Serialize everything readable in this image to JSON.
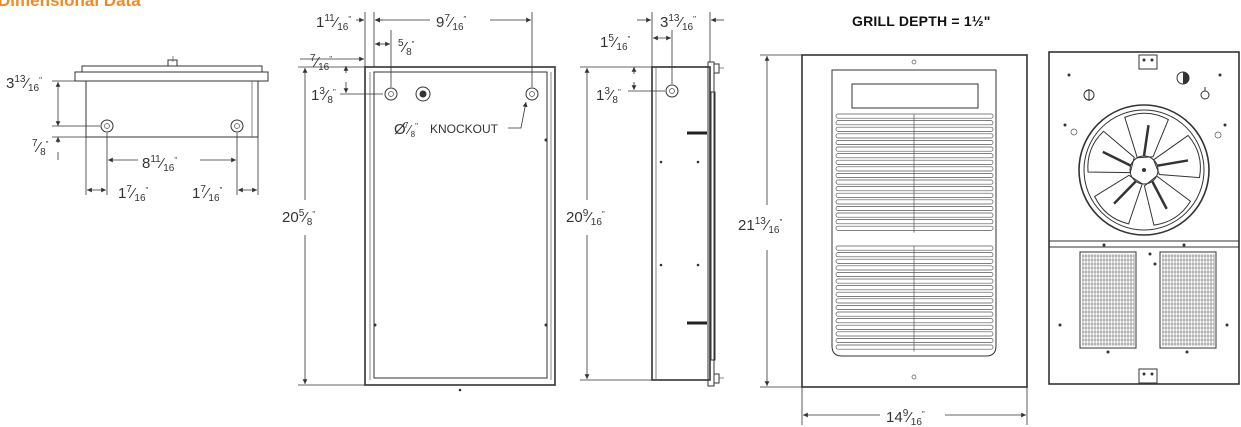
{
  "title": "Dimensional Data",
  "grill_depth": "GRILL DEPTH = 1½\"",
  "knockout_label": "KNOCKOUT",
  "knockout_symbol": "Ø",
  "dims": {
    "top_height": {
      "w": "3",
      "n": "13",
      "d": "16"
    },
    "top_small": {
      "w": "",
      "n": "7",
      "d": "8"
    },
    "top_span": {
      "w": "8",
      "n": "11",
      "d": "16"
    },
    "top_left_off": {
      "w": "1",
      "n": "7",
      "d": "16"
    },
    "top_right_off": {
      "w": "1",
      "n": "7",
      "d": "16"
    },
    "front_a": {
      "w": "1",
      "n": "11",
      "d": "16"
    },
    "front_b": {
      "w": "9",
      "n": "7",
      "d": "16"
    },
    "front_c": {
      "w": "",
      "n": "7",
      "d": "16"
    },
    "front_d": {
      "w": "",
      "n": "5",
      "d": "8"
    },
    "front_e": {
      "w": "1",
      "n": "3",
      "d": "8"
    },
    "front_h": {
      "w": "20",
      "n": "5",
      "d": "8"
    },
    "knock": {
      "w": "",
      "n": "7",
      "d": "8"
    },
    "side_a": {
      "w": "3",
      "n": "13",
      "d": "16"
    },
    "side_b": {
      "w": "1",
      "n": "5",
      "d": "16"
    },
    "side_c": {
      "w": "1",
      "n": "3",
      "d": "8"
    },
    "side_h": {
      "w": "20",
      "n": "9",
      "d": "16"
    },
    "grill_h": {
      "w": "21",
      "n": "13",
      "d": "16"
    },
    "grill_w": {
      "w": "14",
      "n": "9",
      "d": "16"
    }
  }
}
